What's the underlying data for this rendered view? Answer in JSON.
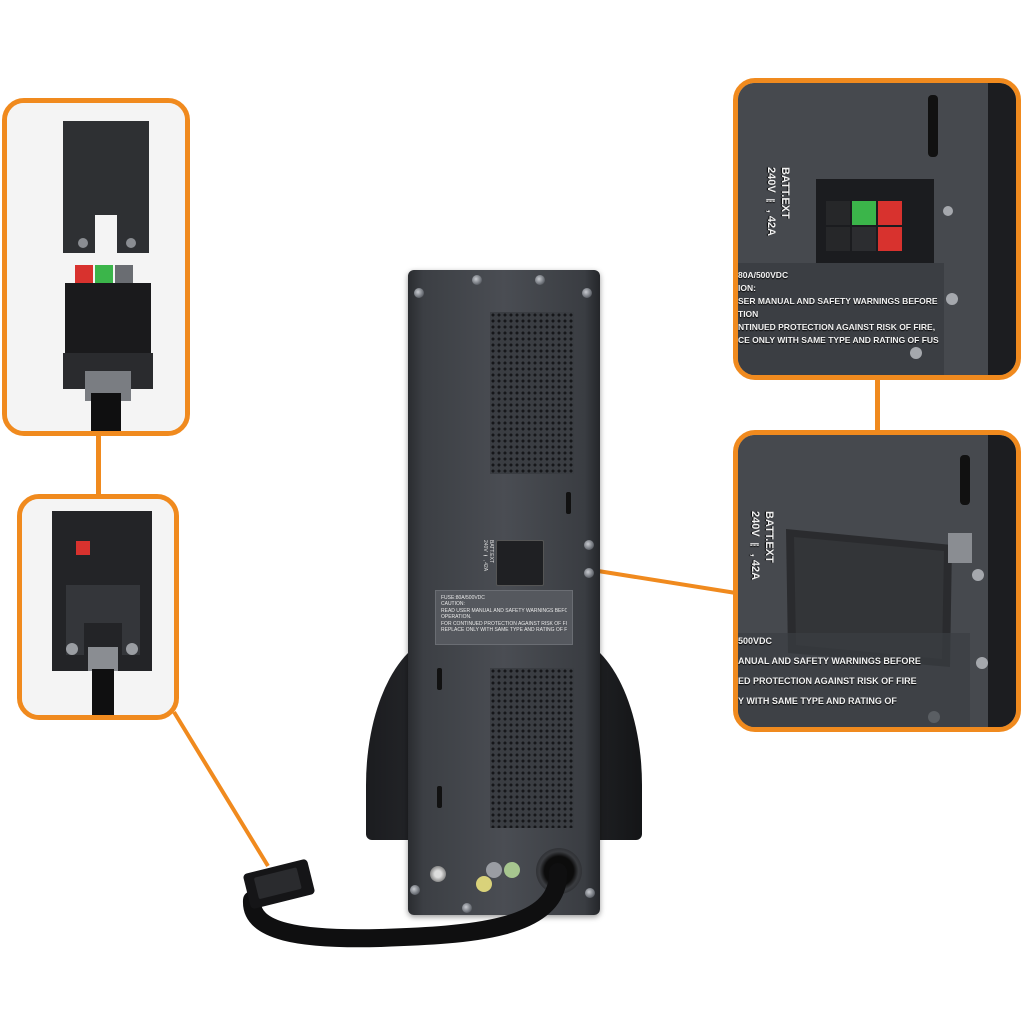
{
  "tower_label": {
    "lines": [
      "FUSE:80A/500VDC",
      "CAUTION:",
      "READ USER MANUAL AND SAFETY WARNINGS BEFORE",
      "OPERATION.",
      "FOR CONTINUED PROTECTION AGAINST RISK OF FIRE,",
      "REPLACE ONLY WITH SAME TYPE AND RATING OF FUSE."
    ]
  },
  "port_label": {
    "name": "BATT.EXT",
    "rating": "240V ⎓ , 42A"
  },
  "zoom_top": {
    "port_name": "BATT.EXT",
    "port_rating": "240V ⎓ , 42A",
    "lines": [
      "80A/500VDC",
      "ION:",
      "SER MANUAL AND SAFETY WARNINGS BEFORE",
      "TION",
      "NTINUED PROTECTION AGAINST RISK OF FIRE,",
      "CE ONLY WITH SAME TYPE AND RATING OF FUS"
    ]
  },
  "zoom_bottom": {
    "port_name": "BATT.EXT",
    "port_rating": "240V ⎓ , 42A",
    "lines": [
      "500VDC",
      "ANUAL AND SAFETY WARNINGS BEFORE",
      "ED PROTECTION AGAINST RISK OF FIRE",
      "Y WITH SAME TYPE AND RATING OF"
    ]
  },
  "colors": {
    "accent": "#f08a1e",
    "connector_red": "#d8322e",
    "connector_green": "#3bb54a",
    "connector_black": "#1a1a1a"
  }
}
